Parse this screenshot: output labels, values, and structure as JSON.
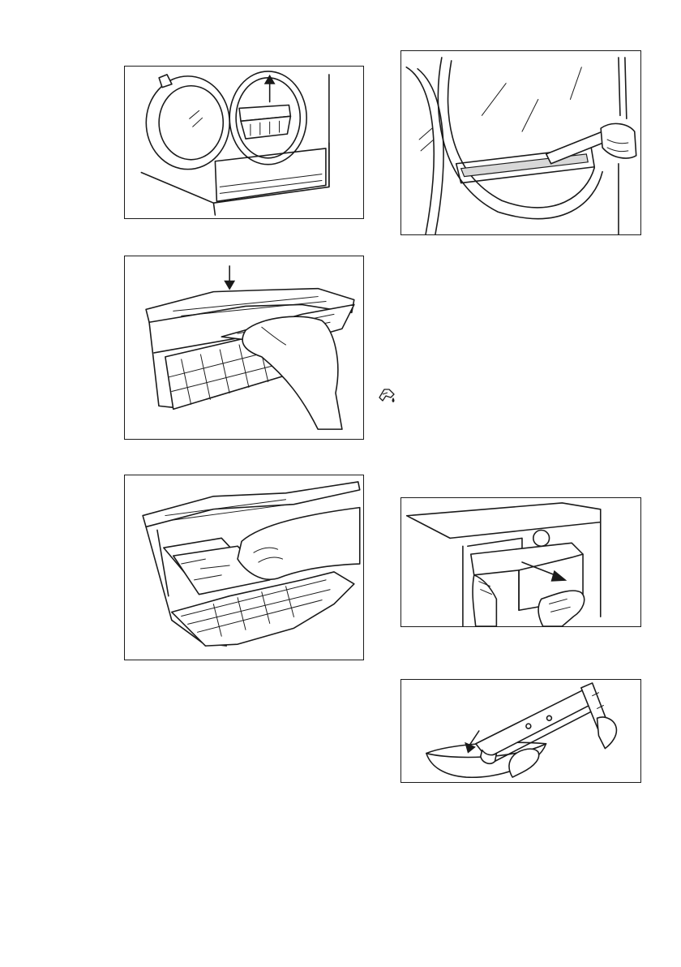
{
  "page": {
    "figures": [
      {
        "id": "fig-1",
        "subject": "filter-removal"
      },
      {
        "id": "fig-2",
        "subject": "filter-opening"
      },
      {
        "id": "fig-3",
        "subject": "filter-cleaning"
      },
      {
        "id": "fig-4",
        "subject": "filter-seat-vacuuming"
      },
      {
        "id": "fig-5",
        "subject": "water-container-removal"
      },
      {
        "id": "fig-6",
        "subject": "water-container-emptying"
      }
    ],
    "icons": {
      "note": "hand-note-icon"
    },
    "colors": {
      "ink": "#1a1a1a",
      "paper": "#ffffff",
      "grey": "#d8d8d8"
    }
  }
}
